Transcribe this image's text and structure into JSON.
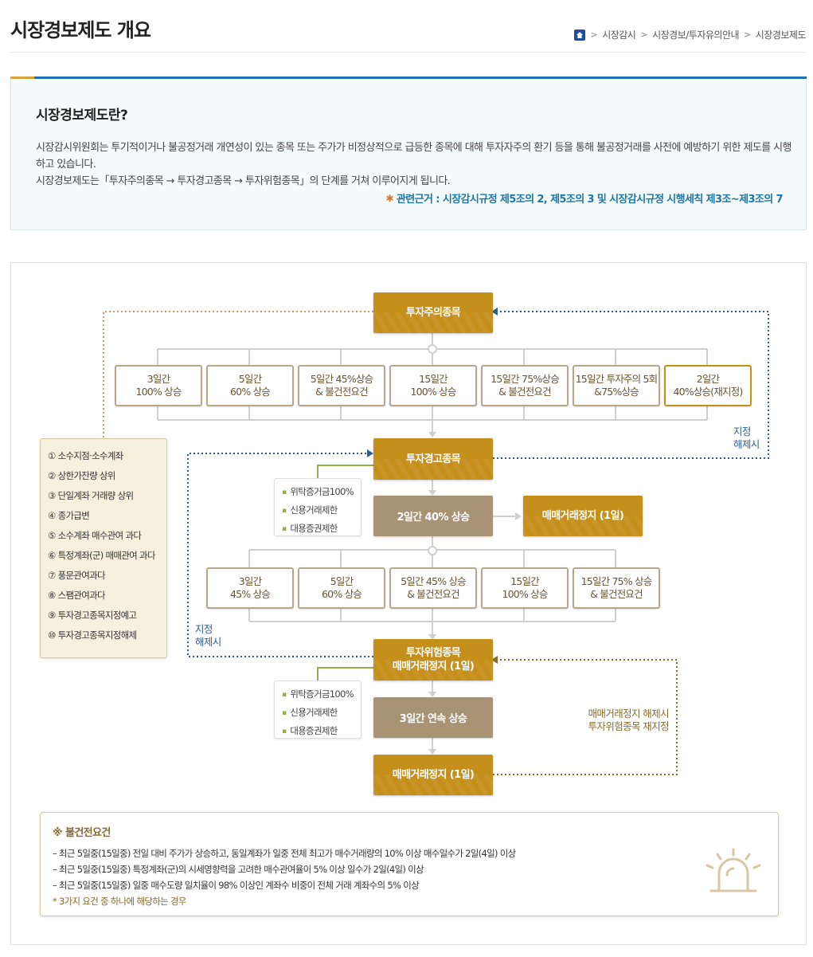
{
  "header": {
    "title": "시장경보제도 개요",
    "breadcrumb": [
      "시장감시",
      "시장경보/투자유의안내",
      "시장경보제도"
    ]
  },
  "intro": {
    "heading": "시장경보제도란?",
    "paragraph1": "시장감시위원회는 투기적이거나 불공정거래 개연성이 있는 종목 또는 주가가 비정상적으로 급등한 종목에 대해 투자자주의 환기 등을 통해 불공정거래를 사전에 예방하기 위한 제도를 시행하고 있습니다.",
    "paragraph2": "시장경보제도는「투자주의종목 → 투자경고종목 → 투자위험종목」의 단계를 거쳐 이루어지게 됩니다.",
    "reference": "관련근거 : 시장감시규정 제5조의 2, 제5조의 3 및 시장감시규정 시행세칙 제3조~제3조의 7"
  },
  "diagram": {
    "caution": "투자주의종목",
    "caution_conditions": [
      {
        "l1": "3일간",
        "l2": "100% 상승"
      },
      {
        "l1": "5일간",
        "l2": "60% 상승"
      },
      {
        "l1": "5일간 45%상승",
        "l2": "& 불건전요건"
      },
      {
        "l1": "15일간",
        "l2": "100% 상승"
      },
      {
        "l1": "15일간 75%상승",
        "l2": "& 불건전요건"
      },
      {
        "l1": "15일간 투자주의 5회",
        "l2": "&75%상승"
      },
      {
        "l1": "2일간",
        "l2": "40%상승(재지정)"
      }
    ],
    "warning": "투자경고종목",
    "warning_measures": [
      "위탁증거금100%",
      "신용거래제한",
      "대용증권제한"
    ],
    "warning_trigger": "2일간 40% 상승",
    "warning_halt": "매매거래정지 (1일)",
    "warning_conditions": [
      {
        "l1": "3일간",
        "l2": "45% 상승"
      },
      {
        "l1": "5일간",
        "l2": "60% 상승"
      },
      {
        "l1": "5일간 45% 상승",
        "l2": "& 불건전요건"
      },
      {
        "l1": "15일간",
        "l2": "100% 상승"
      },
      {
        "l1": "15일간 75% 상승",
        "l2": "& 불건전요건"
      }
    ],
    "risk_l1": "투자위험종목",
    "risk_l2": "매매거래정지 (1일)",
    "risk_measures": [
      "위탁증거금100%",
      "신용거래제한",
      "대용증권제한"
    ],
    "risk_trigger": "3일간 연속 상승",
    "risk_halt": "매매거래정지 (1일)",
    "release_right_l1": "지정",
    "release_right_l2": "해제시",
    "release_left_l1": "지정",
    "release_left_l2": "해제시",
    "redesignate_l1": "매매거래정지 해제시",
    "redesignate_l2": "투자위험종목 재지정",
    "criteria": [
      "① 소수지점·소수계좌",
      "② 상한가잔량 상위",
      "③ 단일계좌 거래량 상위",
      "④ 종가급변",
      "⑤ 소수계좌 매수관여 과다",
      "⑥ 특정계좌(군) 매매관여 과다",
      "⑦ 풍문관여과다",
      "⑧ 스팸관여과다",
      "⑨ 투자경고종목지정예고",
      "⑩ 투자경고종목지정해제"
    ]
  },
  "notes": {
    "title": "※ 불건전요건",
    "items": [
      "– 최근 5일중(15일중) 전일 대비 주가가 상승하고, 동일계좌가 일중 전체 최고가 매수거래량의 10% 이상 매수일수가 2일(4일) 이상",
      "– 최근 5일중(15일중) 특정계좌(군)의 시세영향력을 고려한 매수관여율이 5% 이상 일수가 2일(4일) 이상",
      "– 최근 5일중(15일중) 일중 매수도량 일치율이 98% 이상인 계좌수 비중이 전체 거래 계좌수의 5% 이상"
    ],
    "footnote": "* 3가지 요건 중 하나에 해당하는 경우"
  }
}
